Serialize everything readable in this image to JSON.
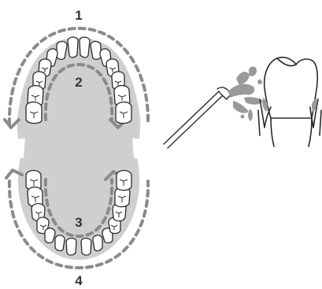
{
  "labels": {
    "zone1": "1",
    "zone2": "2",
    "zone3": "3",
    "zone4": "4"
  },
  "colors": {
    "gum": "#cfcfcf",
    "dash": "#8a8a8a",
    "outline": "#2a2a2a",
    "tooth_fill": "#ffffff",
    "label": "#333333"
  },
  "icons": {
    "upper_arch": "upper-dental-arch-icon",
    "lower_arch": "lower-dental-arch-icon",
    "irrigator": "oral-irrigator-tip-icon",
    "spray": "water-spray-icon",
    "tooth": "tooth-cross-section-icon"
  }
}
